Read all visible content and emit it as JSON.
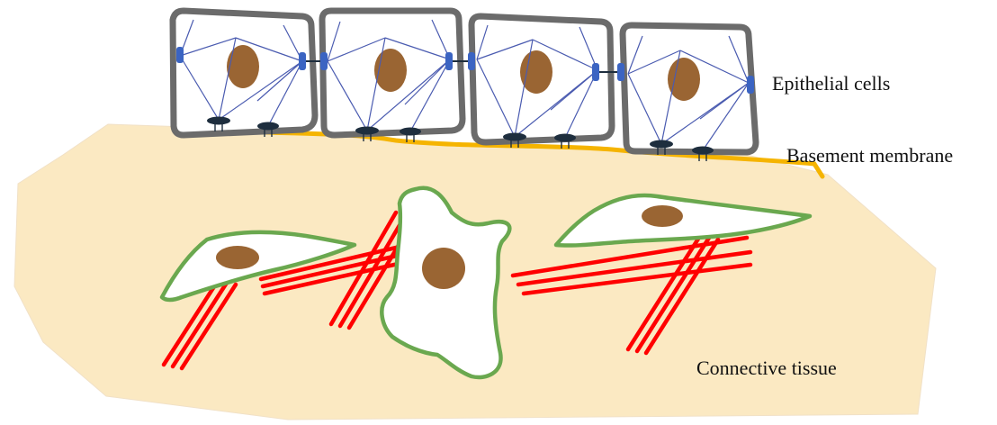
{
  "labels": {
    "epithelial": "Epithelial cells",
    "basement": "Basement membrane",
    "connective": "Connective tissue"
  },
  "colors": {
    "connective_fill": "#fbe9c2",
    "basement_membrane": "#f5b400",
    "cell_outline": "#6b6b6b",
    "nucleus": "#9a6533",
    "filament": "#4a5bb0",
    "junction": "#3b64c2",
    "hemidesmosome": "#1e2e3e",
    "collagen": "#ff0000",
    "fibroblast_outline": "#6aa84f",
    "fibroblast_fill": "#ffffff"
  },
  "icons": {
    "epithelial_cell": "epithelial-cell-icon",
    "fibroblast": "fibroblast-cell-icon",
    "collagen": "collagen-fiber-bundle-icon"
  }
}
